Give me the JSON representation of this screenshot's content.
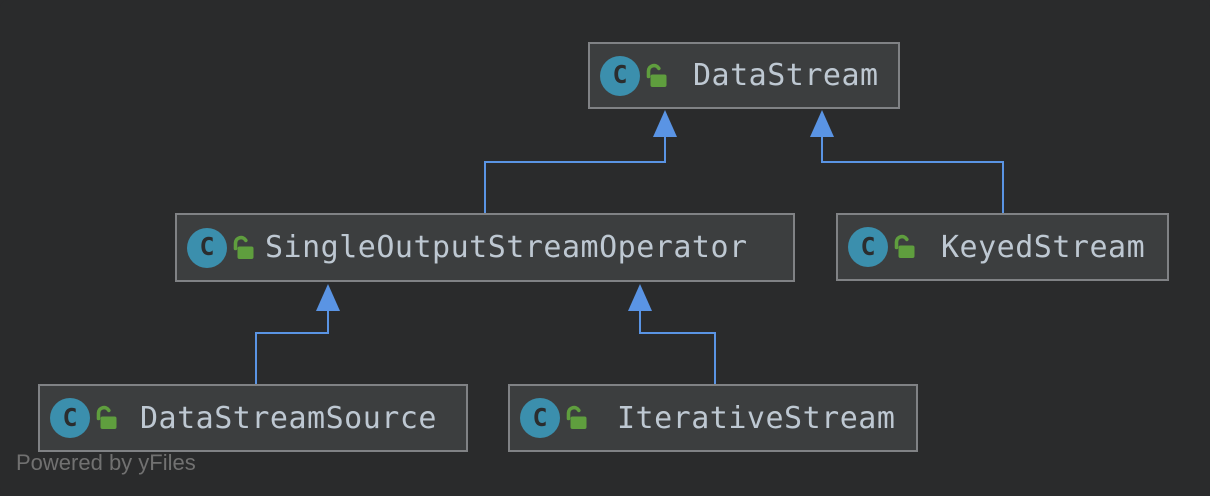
{
  "diagram": {
    "class_icon_letter": "C",
    "nodes": [
      {
        "id": "DataStream",
        "label": "DataStream",
        "icon": "class-icon",
        "modifier_icon": "unlocked-icon"
      },
      {
        "id": "SingleOutputStreamOperator",
        "label": "SingleOutputStreamOperator",
        "icon": "class-icon",
        "modifier_icon": "unlocked-icon"
      },
      {
        "id": "KeyedStream",
        "label": "KeyedStream",
        "icon": "class-icon",
        "modifier_icon": "unlocked-icon"
      },
      {
        "id": "DataStreamSource",
        "label": "DataStreamSource",
        "icon": "class-icon",
        "modifier_icon": "unlocked-icon"
      },
      {
        "id": "IterativeStream",
        "label": "IterativeStream",
        "icon": "class-icon",
        "modifier_icon": "unlocked-icon"
      }
    ],
    "edges": [
      {
        "from": "SingleOutputStreamOperator",
        "to": "DataStream",
        "relation": "inherits"
      },
      {
        "from": "KeyedStream",
        "to": "DataStream",
        "relation": "inherits"
      },
      {
        "from": "DataStreamSource",
        "to": "SingleOutputStreamOperator",
        "relation": "inherits"
      },
      {
        "from": "IterativeStream",
        "to": "SingleOutputStreamOperator",
        "relation": "inherits"
      }
    ]
  },
  "watermark": {
    "text": "Powered by yFiles"
  },
  "colors": {
    "background": "#2a2b2c",
    "node_fill": "#3c3e3f",
    "node_border": "#808285",
    "label_text": "#bec8d2",
    "edge_blue": "#5a94e4",
    "class_icon_teal": "#3b8fad",
    "lock_green": "#5f9e3e",
    "watermark_gray": "#717171"
  }
}
